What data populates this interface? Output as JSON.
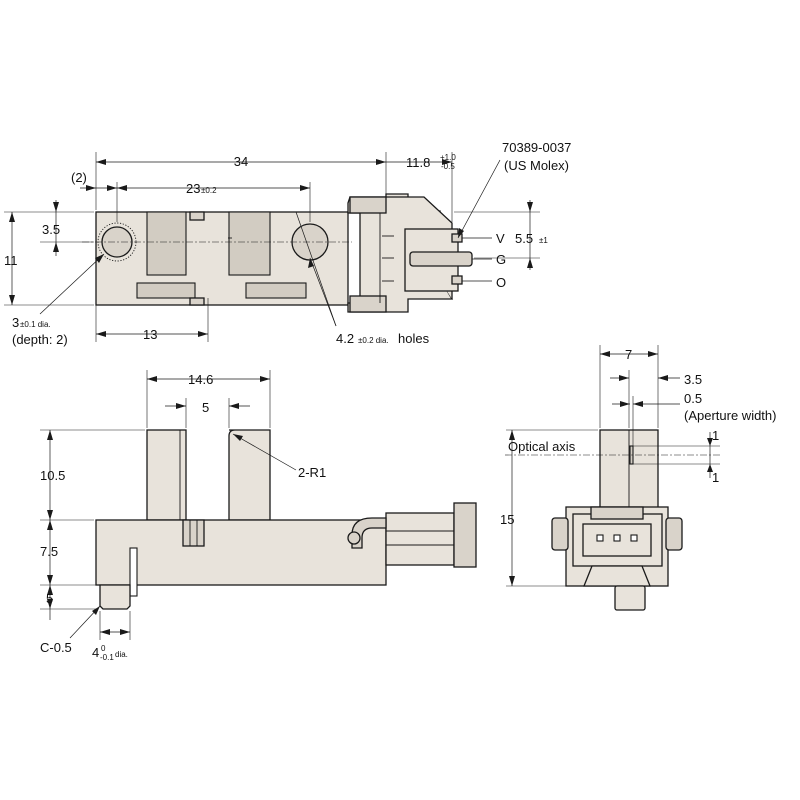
{
  "drawing": {
    "top_view": {
      "overall_length": "34",
      "connector_extension": "11.8",
      "connector_tolerance_upper": "+1.0",
      "connector_tolerance_lower": "-0.5",
      "left_offset": "(2)",
      "hole_spacing_main": "23",
      "hole_spacing_tol": "±0.2",
      "half_height": "3.5",
      "total_height": "11",
      "left_to_slot": "13",
      "pin_hole_main": "3",
      "pin_hole_tol": "±0.1 dia.",
      "pin_hole_depth": "(depth: 2)",
      "mount_holes_main": "4.2",
      "mount_holes_tol": "±0.2 dia.",
      "mount_holes_suffix": " holes",
      "connector_part_number": "70389-0037",
      "connector_vendor": "(US Molex)",
      "pin_v": "V",
      "pin_g": "G",
      "pin_o": "O",
      "pin_pitch_main": "5.5",
      "pin_pitch_tol": "±1"
    },
    "front_view": {
      "slot_outer_width": "14.6",
      "slot_gap": "5",
      "corner_radius": "2-R1",
      "arm_height": "10.5",
      "body_height": "7.5",
      "boss_height": "5",
      "chamfer": "C-0.5",
      "boss_dia_main": "4",
      "boss_dia_tol_upper": "0",
      "boss_dia_tol_lower": "-0.1",
      "boss_dia_suffix": " dia."
    },
    "side_view": {
      "width": "7",
      "half_width": "3.5",
      "aperture": "0.5",
      "aperture_caption": "(Aperture width)",
      "optical_axis_label": "Optical axis",
      "aperture_offset_upper": "1",
      "aperture_offset_lower": "1",
      "total_height": "15"
    }
  }
}
